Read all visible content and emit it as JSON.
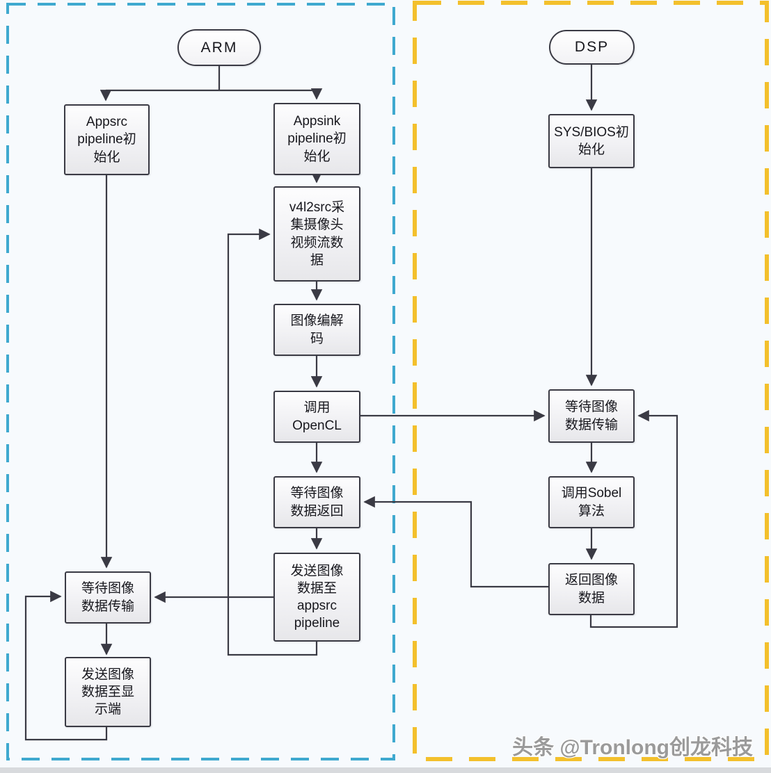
{
  "watermark": "头条 @Tronlong创龙科技",
  "colors": {
    "arm_region_border": "#3fa9cf",
    "dsp_region_border": "#f3c02c",
    "node_border": "#3a3a44",
    "connector": "#3a3a44",
    "background": "#f7fafd"
  },
  "arm": {
    "title": "ARM",
    "nodes": {
      "appsrc_init": "Appsrc\npipeline初\n始化",
      "appsink_init": "Appsink\npipeline初\n始化",
      "v4l2src_capture": "v4l2src采\n集摄像头\n视频流数\n据",
      "codec": "图像编解\n码",
      "call_opencl": "调用\nOpenCL",
      "wait_return": "等待图像\n数据返回",
      "send_appsrc": "发送图像\n数据至\nappsrc\npipeline",
      "wait_transfer": "等待图像\n数据传输",
      "send_display": "发送图像\n数据至显\n示端"
    }
  },
  "dsp": {
    "title": "DSP",
    "nodes": {
      "sysbios_init": "SYS/BIOS初\n始化",
      "wait_transfer": "等待图像\n数据传输",
      "call_sobel": "调用Sobel\n算法",
      "return_data": "返回图像\n数据"
    }
  }
}
